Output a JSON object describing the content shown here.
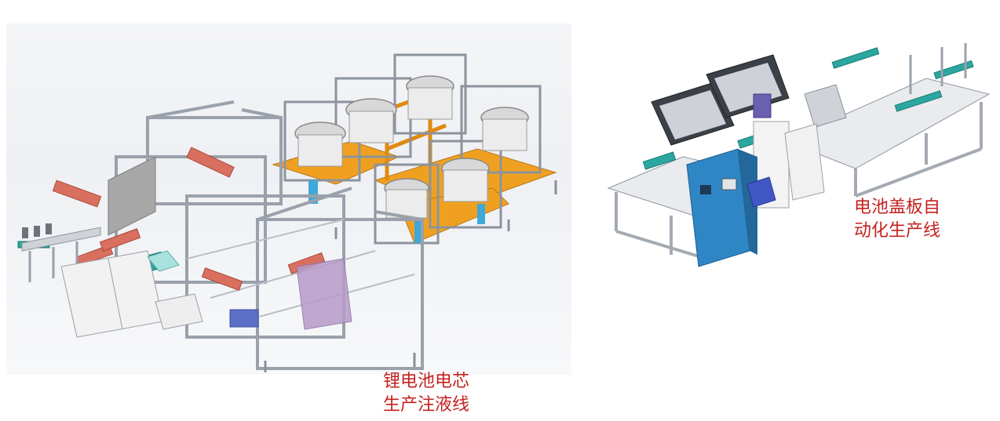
{
  "figures": [
    {
      "caption_lines": [
        "锂电池电芯",
        "生产注液线"
      ]
    },
    {
      "caption_lines": [
        "电池盖板自",
        "动化生产线"
      ]
    }
  ],
  "colors": {
    "caption": "#c3221f",
    "frame": "#9aa1ab",
    "frame_dark": "#6f7680",
    "orange_base": "#f0a020",
    "blue_cabinet": "#2f86c4",
    "red_part": "#d9705f",
    "teal_part": "#2aa7a0",
    "purple_part": "#b79ac9"
  }
}
